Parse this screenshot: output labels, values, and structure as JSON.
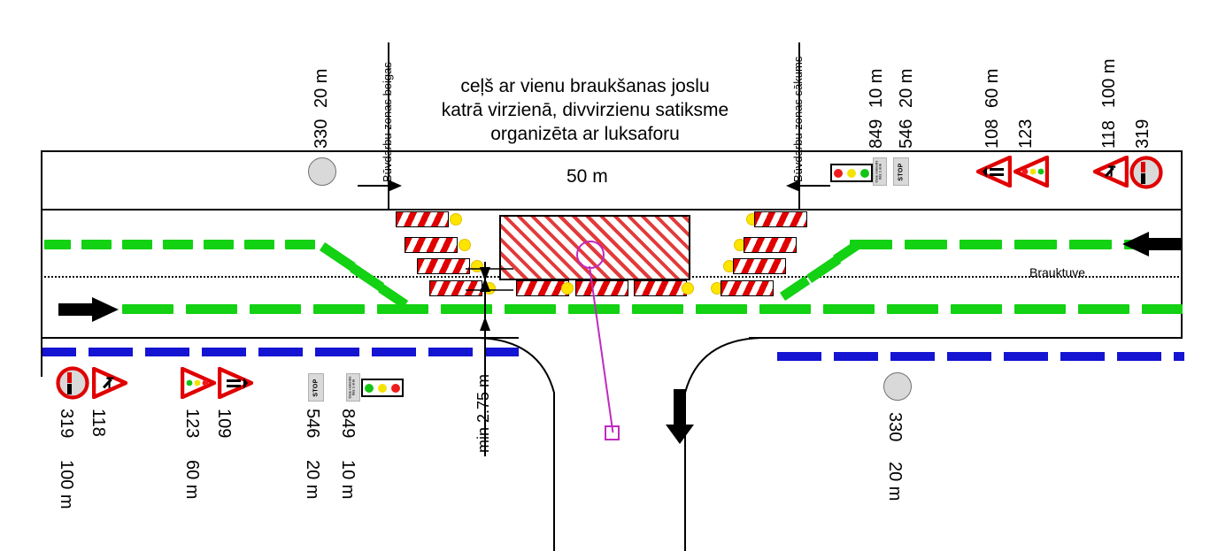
{
  "diagram": {
    "title_text": "ceļš ar vienu braukšanas joslu\nkatrā virzienā, divvirzienu satiksme\norganizēta ar luksaforu",
    "zone_length_label": "50 m",
    "carriageway_label": "Brauktuve",
    "min_width_label": "min 2.75 m",
    "zone_end_label": "Būvdarbu zonas beigas",
    "zone_start_label": "Būvdarbu zonas sākums",
    "colors": {
      "detour_green": "#13d113",
      "edge_blue": "#1414d2",
      "barrier_red": "#e00000",
      "sign_red": "#e00000",
      "lamp_yellow": "#ffe400",
      "marker_magenta": "#c02ac0",
      "hatch_red": "#e23b3b",
      "gray_sign": "#d9d9d9"
    },
    "plates": {
      "stop": "STOP",
      "micro_line1": "Ceļa remonts",
      "micro_line2": "līdz 1 min"
    },
    "top_right_signs": [
      {
        "code": "849",
        "distance": "10 m"
      },
      {
        "code": "546",
        "distance": "20 m"
      },
      {
        "code": "108",
        "distance": "60 m"
      },
      {
        "code": "123",
        "distance": "60 m"
      },
      {
        "code": "118",
        "distance": "100 m"
      },
      {
        "code": "319",
        "distance": "100 m"
      }
    ],
    "bottom_left_signs": [
      {
        "code": "319",
        "distance": "100 m"
      },
      {
        "code": "118",
        "distance": "100 m"
      },
      {
        "code": "109",
        "distance": "60 m"
      },
      {
        "code": "123",
        "distance": "60 m"
      },
      {
        "code": "546",
        "distance": "20 m"
      },
      {
        "code": "849",
        "distance": "10 m"
      }
    ],
    "marker_circles": [
      {
        "code": "330",
        "distance": "20 m",
        "position": "top-left"
      },
      {
        "code": "330",
        "distance": "20 m",
        "position": "bottom-right"
      }
    ],
    "labels": {
      "c330_a": "330",
      "d20_a": "20 m",
      "c330_b": "330",
      "d20_b": "20 m",
      "c849_t": "849",
      "d10_t": "10 m",
      "c546_t": "546",
      "d20_t": "20 m",
      "c108_t": "108",
      "d60_t": "60 m",
      "c123_t": "123",
      "c118_t": "118",
      "d100_t": "100 m",
      "c319_t": "319",
      "c319_b": "319",
      "d100_b": "100 m",
      "c118_b": "118",
      "c123_b": "123",
      "d60_b": "60 m",
      "c109_b": "109",
      "c546_b": "546",
      "d20_b2": "20 m",
      "c849_b": "849",
      "d10_b": "10 m"
    }
  }
}
